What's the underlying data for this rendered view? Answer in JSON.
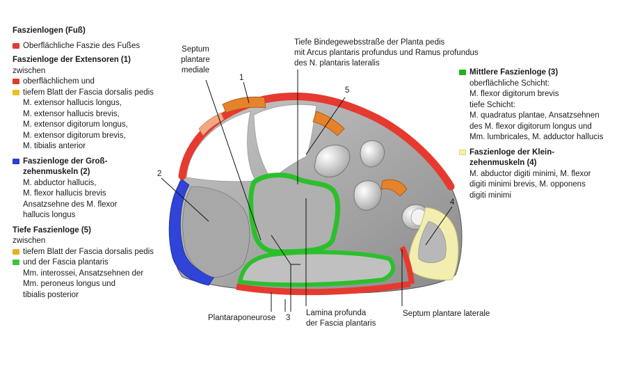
{
  "legend_left": {
    "title": "Faszienlogen (Fuß)",
    "superficial": {
      "label": "Oberflächliche Faszie des Fußes",
      "color": "#e03b2e"
    },
    "extensor": {
      "heading": "Faszienloge der Extensoren (1)",
      "between": "zwischen",
      "line_a": "oberflächlichem und",
      "line_b": "tiefem Blatt der Fascia dorsalis pedis",
      "muscles": [
        "M. extensor hallucis longus,",
        "M. extensor hallucis brevis,",
        "M. extensor digitorum longus,",
        "M. extensor digitorum brevis,",
        "M. tibialis anterior"
      ],
      "color_a": "#e03b2e",
      "color_b": "#e8c020"
    },
    "big_toe": {
      "heading_1": "Faszienloge der Groß-",
      "heading_2": "zehenmuskeln (2)",
      "muscles": [
        "M. abductor hallucis,",
        "M. flexor hallucis brevis",
        "Ansatzsehne des M. flexor",
        "hallucis longus"
      ],
      "color": "#2a3fd0"
    },
    "deep": {
      "heading": "Tiefe Faszienloge (5)",
      "between": "zwischen",
      "line_a": "tiefem Blatt der Fascia dorsalis pedis",
      "line_b": "und der Fascia plantaris",
      "muscles": [
        "Mm. interossei, Ansatzsehnen der",
        "Mm. peroneus longus und",
        "tibialis posterior"
      ],
      "color_a": "#e8b020",
      "color_b": "#3cc43c"
    }
  },
  "legend_right": {
    "middle": {
      "heading": "Mittlere Faszienloge (3)",
      "lines": [
        "oberflächliche Schicht:",
        "M. flexor digitorum brevis",
        "tiefe Schicht:",
        "M. quadratus plantae, Ansatzsehnen",
        "des M. flexor digitorum longus und",
        "Mm. lumbricales, M. adductor hallucis"
      ],
      "color": "#22b022"
    },
    "small_toe": {
      "heading_1": "Faszienloge der Klein-",
      "heading_2": "zehenmuskeln (4)",
      "lines": [
        "M. abductor digiti minimi, M. flexor",
        "digiti minimi brevis, M. opponens",
        "digiti minimi"
      ],
      "color": "#f4f0a8"
    }
  },
  "labels": {
    "septum_mediale": [
      "Septum",
      "plantare",
      "mediale"
    ],
    "tiefe": [
      "Tiefe Bindegewebsstraße der Planta pedis",
      "mit Arcus plantaris profundus und Ramus profundus",
      "des N. plantaris lateralis"
    ],
    "n1": "1",
    "n2": "2",
    "n3": "3",
    "n4": "4",
    "n5": "5",
    "plantaraponeurose": "Plantaraponeurose",
    "lamina": [
      "Lamina profunda",
      "der Fascia plantaris"
    ],
    "septum_laterale": "Septum plantare laterale"
  }
}
